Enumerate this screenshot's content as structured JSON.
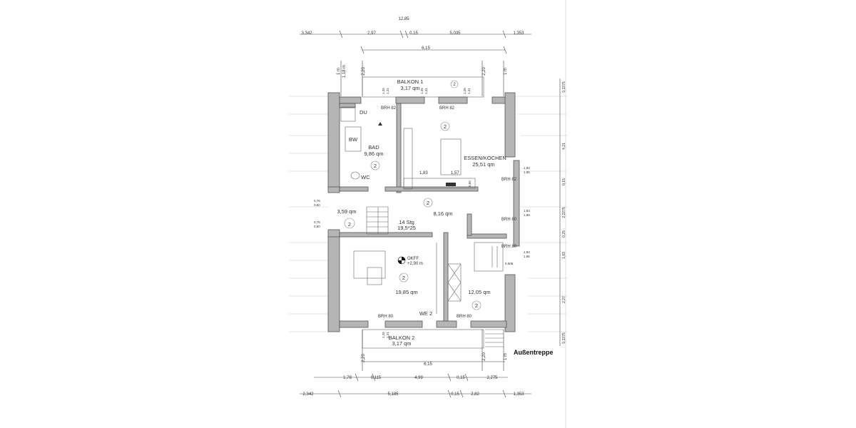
{
  "dimensions_top": {
    "total": "12,85",
    "row1": [
      "3,342",
      "2,97",
      "0,15",
      "5,035",
      "1,353"
    ],
    "row2": "6,15"
  },
  "dimensions_bottom": {
    "total": "6,15",
    "row1": [
      "1,78",
      "0,115",
      "4,99",
      "0,15",
      "2,275"
    ],
    "row2": [
      "2,342",
      "5,185",
      "0,15",
      "2,82",
      "1,353"
    ]
  },
  "dimensions_left": {
    "top": [
      "1 m",
      "1,18 m",
      "2,20"
    ],
    "bottom": "2,20",
    "openings": [
      "0,76",
      "0,60",
      "0,76",
      "0,60"
    ]
  },
  "dimensions_right": {
    "values": [
      "0,3375",
      "4,21",
      "0,15",
      "2,2275",
      "0,25",
      "1,93",
      "2,27",
      "0,3375"
    ],
    "top": [
      "2,20",
      "1 m"
    ],
    "bottom": [
      "2,20",
      "1 m"
    ]
  },
  "window_labels": [
    "1,26",
    "1,21",
    "1,26",
    "1,21",
    "1,26",
    "1,21",
    "1,26",
    "1,21"
  ],
  "window_side_labels": [
    "1,83",
    "1,86",
    "1,83",
    "1,86",
    "1,83",
    "1,86"
  ],
  "rooms": {
    "balkon1": {
      "name": "BALKON 1",
      "area": "3,17 qm",
      "badge": "2"
    },
    "bad": {
      "name": "BAD",
      "area": "9,86 qm",
      "badge": "2",
      "fixtures": [
        "DU",
        "BW",
        "WC"
      ]
    },
    "essen": {
      "name": "ESSEN/KOCHEN",
      "area": "25,51 qm",
      "badge": "2",
      "kitchen_dims": [
        "1,83",
        "1,57",
        "0,65"
      ]
    },
    "flur": {
      "area": "8,16 qm",
      "badge": "2"
    },
    "abstell": {
      "area": "3,59 qm",
      "badge": "2"
    },
    "treppe": {
      "name": "14 Stg",
      "rise": "19,5*25"
    },
    "wohnen": {
      "area": "19,85 qm",
      "badge": "2",
      "okff": "OKFF",
      "okff_level": "+2,90 m"
    },
    "schlafen": {
      "area": "12,05 qm",
      "badge": "2",
      "sill": "0,606"
    },
    "we2": {
      "name": "WE 2"
    },
    "balkon2": {
      "name": "BALKON 2",
      "area": "3,17 qm"
    }
  },
  "brh_labels": [
    "BRH 82",
    "BRH 82",
    "BRH 82",
    "BRH 80",
    "BRH 80",
    "BRH 80",
    "BRH 80"
  ],
  "ausentreppe": "Außentreppe",
  "colors": {
    "wall": "#b5b5b5",
    "line": "#444444",
    "paper": "#ffffff"
  }
}
